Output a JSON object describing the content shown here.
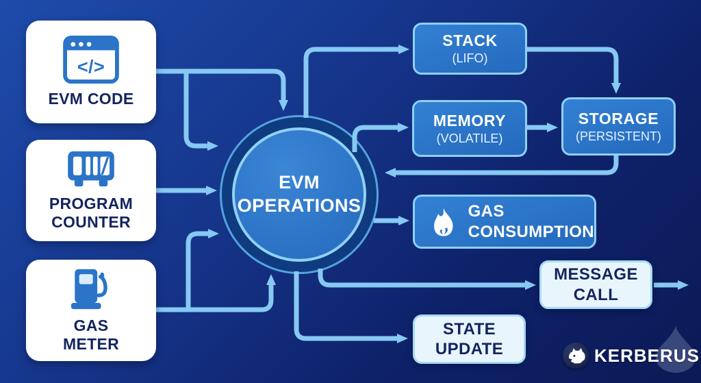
{
  "colors": {
    "bg_start": "#1e4cab",
    "bg_mid": "#16368c",
    "bg_end2": "#0e2169",
    "bg_end": "#0c1a55",
    "arrow": "#86c9f3",
    "node_border": "#8fd0f5",
    "light_fill": "#e9f5fc",
    "light_border": "#a6dbf2",
    "dark_text": "#14245f",
    "icon_blue": "#2b74c8"
  },
  "nodes": {
    "evm_code": {
      "label": "EVM CODE",
      "icon": "code-window-icon",
      "icon_glyph": "</>"
    },
    "program_counter": {
      "line1": "PROGRAM",
      "line2": "COUNTER",
      "icon": "program-counter-icon"
    },
    "gas_meter": {
      "line1": "GAS",
      "line2": "METER",
      "icon": "fuel-pump-icon"
    },
    "evm_operations": {
      "line1": "EVM",
      "line2": "OPERATIONS"
    },
    "stack": {
      "title": "STACK",
      "subtitle": "(LIFO)"
    },
    "memory": {
      "title": "MEMORY",
      "subtitle": "(VOLATILE)"
    },
    "storage": {
      "title": "STORAGE",
      "subtitle": "(PERSISTENT)"
    },
    "gas_consumption": {
      "line1": "GAS",
      "line2": "CONSUMPTION",
      "icon": "flame-icon"
    },
    "message_call": {
      "line1": "MESSAGE",
      "line2": "CALL"
    },
    "state_update": {
      "line1": "STATE",
      "line2": "UPDATE"
    }
  },
  "edges": [
    {
      "from": "evm_code",
      "to": "evm_operations",
      "via": "top"
    },
    {
      "from": "evm_code",
      "to": "evm_operations",
      "via": "upper-left"
    },
    {
      "from": "program_counter",
      "to": "evm_operations",
      "via": "left"
    },
    {
      "from": "gas_meter",
      "to": "evm_operations",
      "via": "lower-left"
    },
    {
      "from": "gas_meter",
      "to": "evm_operations",
      "via": "bottom"
    },
    {
      "from": "evm_operations",
      "to": "stack"
    },
    {
      "from": "evm_operations",
      "to": "memory"
    },
    {
      "from": "stack",
      "to": "storage"
    },
    {
      "from": "memory",
      "to": "storage"
    },
    {
      "from": "storage",
      "to": "evm_operations"
    },
    {
      "from": "evm_operations",
      "to": "gas_consumption"
    },
    {
      "from": "evm_operations",
      "to": "message_call"
    },
    {
      "from": "message_call",
      "to": "external"
    },
    {
      "from": "evm_operations",
      "to": "state_update"
    }
  ],
  "branding": {
    "name": "KERBERUS",
    "icon": "dog-head-icon"
  }
}
